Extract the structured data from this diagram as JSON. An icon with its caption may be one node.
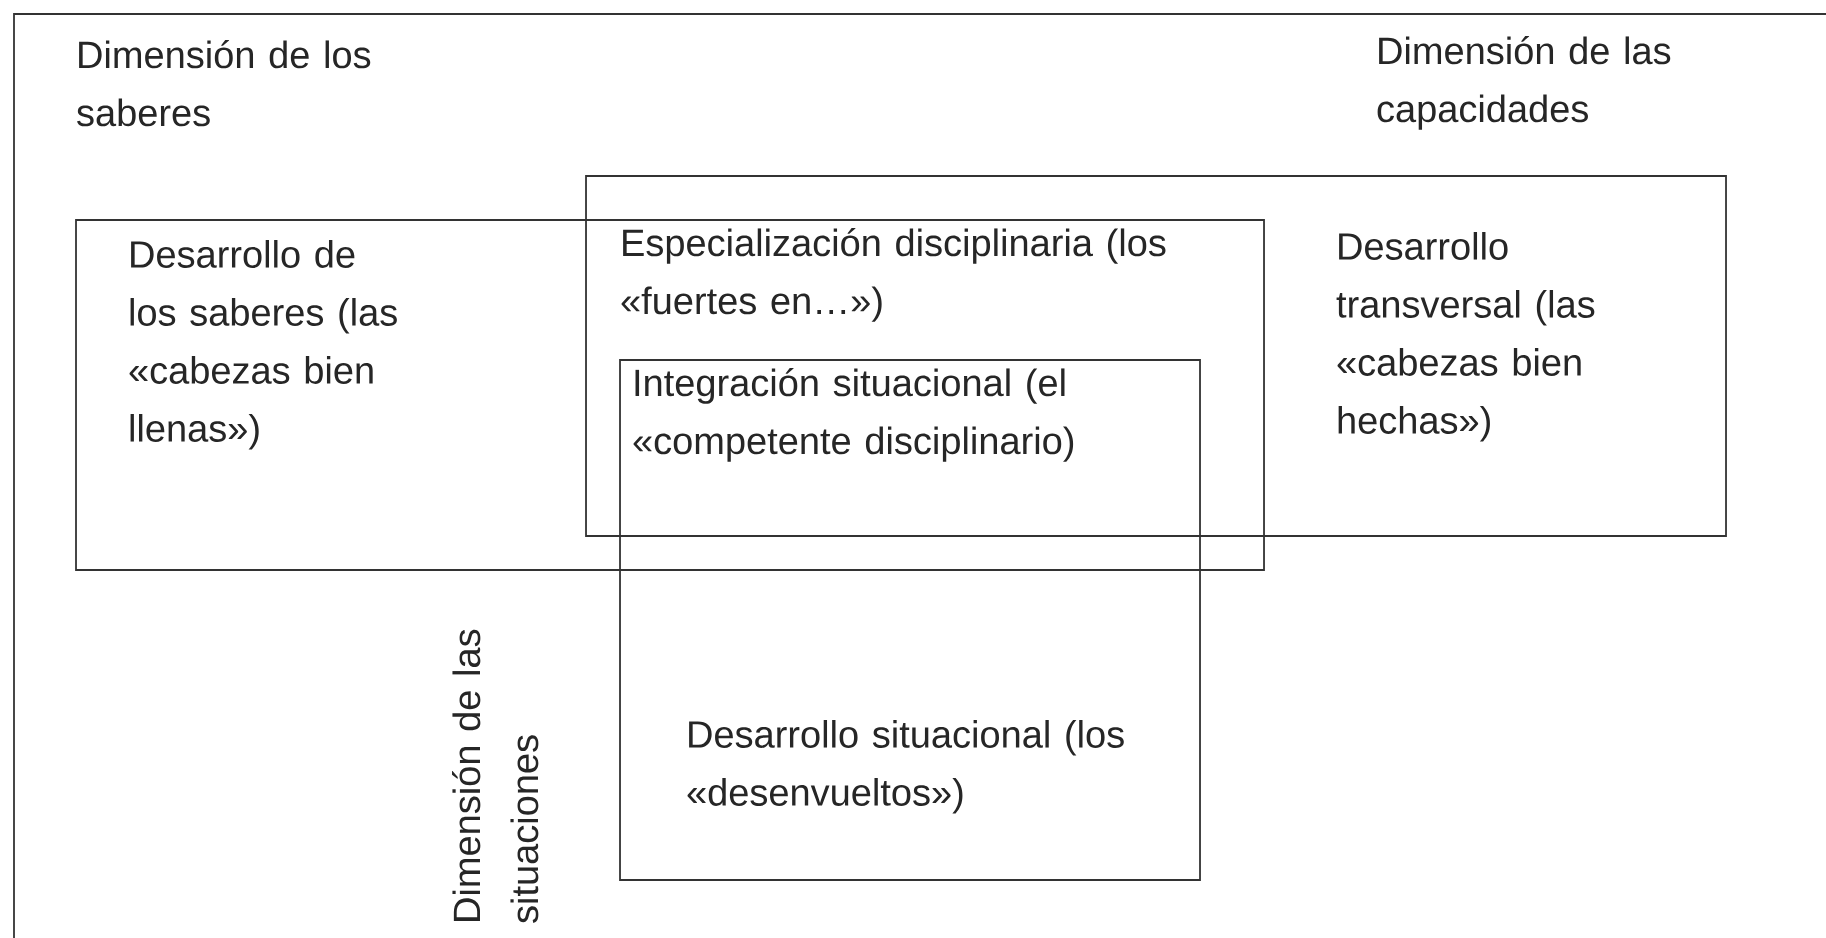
{
  "diagram": {
    "nodes": [
      {
        "text": [
          "Dimensión de los saberes",
          "Desarrollo de los saberes (las «cabezas bien llenas»)"
        ]
      },
      {
        "text": [
          "Dimensión de las capacidades",
          "Desarrollo transversal (las «cabezas bien hechas»)"
        ]
      },
      {
        "text": [
          "Dimensión de las situaciones",
          "Desarrollo situacional (los «desenvueltos»)"
        ]
      }
    ],
    "labels": [
      "Especialización disciplinaria (los «fuertes en…»)",
      "Integración situacional (el «competente disciplinario)"
    ]
  }
}
